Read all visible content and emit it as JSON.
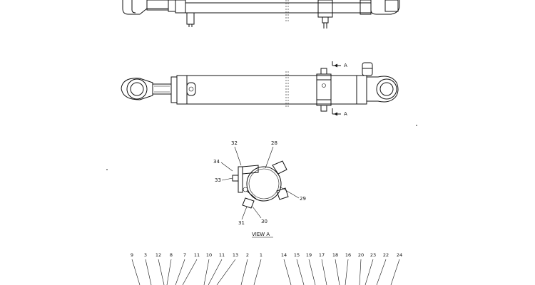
{
  "section_markers": {
    "top_marker": "A",
    "bottom_marker": "A"
  },
  "view_caption": "VIEW  A",
  "clamp_callouts": {
    "c32": "32",
    "c28": "28",
    "c34": "34",
    "c33": "33",
    "c29": "29",
    "c31": "31",
    "c30": "30"
  },
  "bottom_callouts_left": [
    "9",
    "3",
    "12",
    "8",
    "7",
    "11",
    "10",
    "11",
    "13",
    "2",
    "1"
  ],
  "bottom_callouts_right": [
    "14",
    "15",
    "19",
    "17",
    "18",
    "16",
    "20",
    "23",
    "22",
    "24"
  ]
}
